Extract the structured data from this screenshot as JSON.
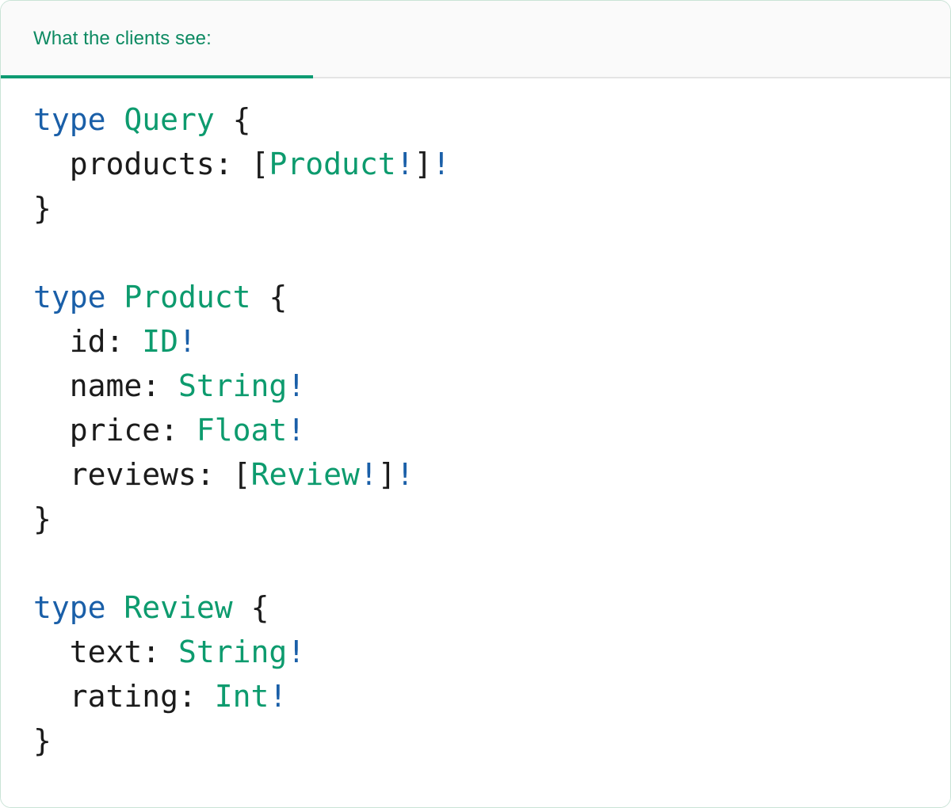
{
  "card": {
    "border_color": "#c9e3d6",
    "background": "#ffffff"
  },
  "tabs": {
    "active_index": 0,
    "accent_color": "#0d9b72",
    "label_color": "#0d8a62",
    "strip_background": "#fafafa",
    "items": [
      {
        "label": "What the clients see:",
        "active": true
      }
    ]
  },
  "code": {
    "language": "graphql",
    "theme": {
      "keyword": "#1a5fa8",
      "type_name": "#0d9b6e",
      "punctuation": "#1b1b1b",
      "non_null": "#1a5fa8",
      "background": "#ffffff"
    },
    "raw": "type Query {\n  products: [Product!]!\n}\n\ntype Product {\n  id: ID!\n  name: String!\n  price: Float!\n  reviews: [Review!]!\n}\n\ntype Review {\n  text: String!\n  rating: Int!\n}",
    "lines": [
      {
        "tokens": [
          {
            "t": "type",
            "c": "kw"
          },
          {
            "t": " ",
            "c": "punc"
          },
          {
            "t": "Query",
            "c": "tname"
          },
          {
            "t": " {",
            "c": "punc"
          }
        ]
      },
      {
        "tokens": [
          {
            "t": "  products: ",
            "c": "punc"
          },
          {
            "t": "[",
            "c": "punc"
          },
          {
            "t": "Product",
            "c": "tname"
          },
          {
            "t": "!",
            "c": "bang"
          },
          {
            "t": "]",
            "c": "punc"
          },
          {
            "t": "!",
            "c": "bang"
          }
        ]
      },
      {
        "tokens": [
          {
            "t": "}",
            "c": "punc"
          }
        ]
      },
      {
        "tokens": []
      },
      {
        "tokens": [
          {
            "t": "type",
            "c": "kw"
          },
          {
            "t": " ",
            "c": "punc"
          },
          {
            "t": "Product",
            "c": "tname"
          },
          {
            "t": " {",
            "c": "punc"
          }
        ]
      },
      {
        "tokens": [
          {
            "t": "  id: ",
            "c": "punc"
          },
          {
            "t": "ID",
            "c": "tname"
          },
          {
            "t": "!",
            "c": "bang"
          }
        ]
      },
      {
        "tokens": [
          {
            "t": "  name: ",
            "c": "punc"
          },
          {
            "t": "String",
            "c": "tname"
          },
          {
            "t": "!",
            "c": "bang"
          }
        ]
      },
      {
        "tokens": [
          {
            "t": "  price: ",
            "c": "punc"
          },
          {
            "t": "Float",
            "c": "tname"
          },
          {
            "t": "!",
            "c": "bang"
          }
        ]
      },
      {
        "tokens": [
          {
            "t": "  reviews: ",
            "c": "punc"
          },
          {
            "t": "[",
            "c": "punc"
          },
          {
            "t": "Review",
            "c": "tname"
          },
          {
            "t": "!",
            "c": "bang"
          },
          {
            "t": "]",
            "c": "punc"
          },
          {
            "t": "!",
            "c": "bang"
          }
        ]
      },
      {
        "tokens": [
          {
            "t": "}",
            "c": "punc"
          }
        ]
      },
      {
        "tokens": []
      },
      {
        "tokens": [
          {
            "t": "type",
            "c": "kw"
          },
          {
            "t": " ",
            "c": "punc"
          },
          {
            "t": "Review",
            "c": "tname"
          },
          {
            "t": " {",
            "c": "punc"
          }
        ]
      },
      {
        "tokens": [
          {
            "t": "  text: ",
            "c": "punc"
          },
          {
            "t": "String",
            "c": "tname"
          },
          {
            "t": "!",
            "c": "bang"
          }
        ]
      },
      {
        "tokens": [
          {
            "t": "  rating: ",
            "c": "punc"
          },
          {
            "t": "Int",
            "c": "tname"
          },
          {
            "t": "!",
            "c": "bang"
          }
        ]
      },
      {
        "tokens": [
          {
            "t": "}",
            "c": "punc"
          }
        ]
      }
    ]
  }
}
